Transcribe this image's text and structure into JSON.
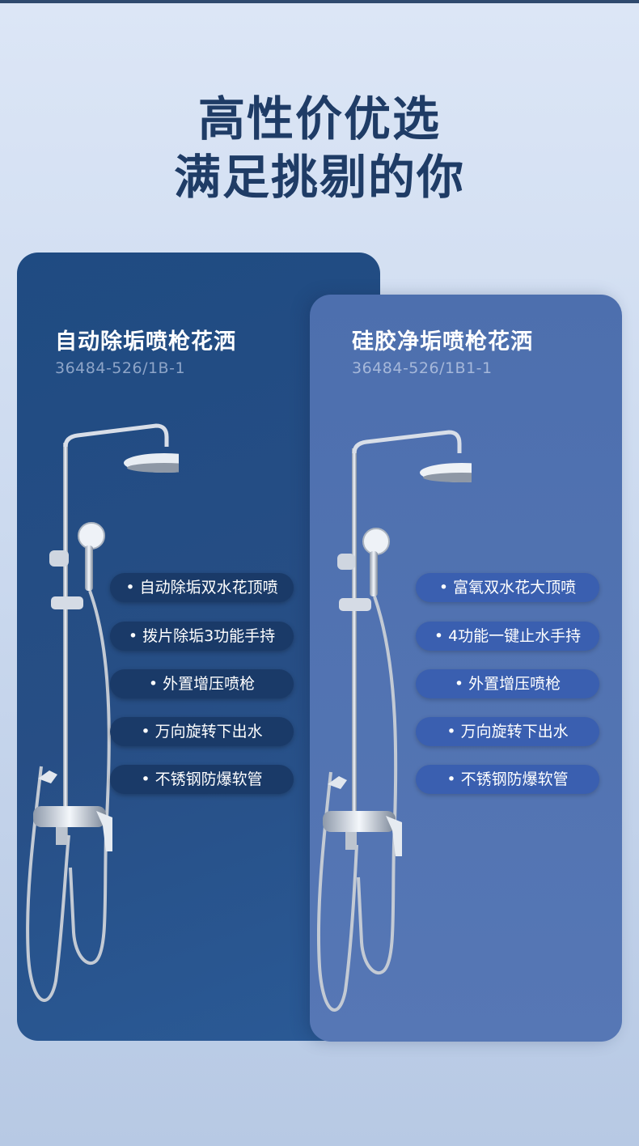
{
  "headline": {
    "line1": "高性价优选",
    "line2": "满足挑剔的你"
  },
  "products": [
    {
      "title": "自动除垢喷枪花洒",
      "model": "36484-526/1B-1",
      "features": [
        "自动除垢双水花顶喷",
        "拨片除垢3功能手持",
        "外置增压喷枪",
        "万向旋转下出水",
        "不锈钢防爆软管"
      ]
    },
    {
      "title": "硅胶净垢喷枪花洒",
      "model": "36484-526/1B1-1",
      "features": [
        "富氧双水花大顶喷",
        "4功能一键止水手持",
        "外置增压喷枪",
        "万向旋转下出水",
        "不锈钢防爆软管"
      ]
    }
  ],
  "colors": {
    "headline": "#1f3c66",
    "left_card": "#224c83",
    "right_card": "#5374b2",
    "left_pill": "#1a3a68",
    "right_pill": "#3a5fb0"
  },
  "icons": {
    "product_image": "shower-set-icon",
    "bullet": "bullet-dot-icon"
  }
}
